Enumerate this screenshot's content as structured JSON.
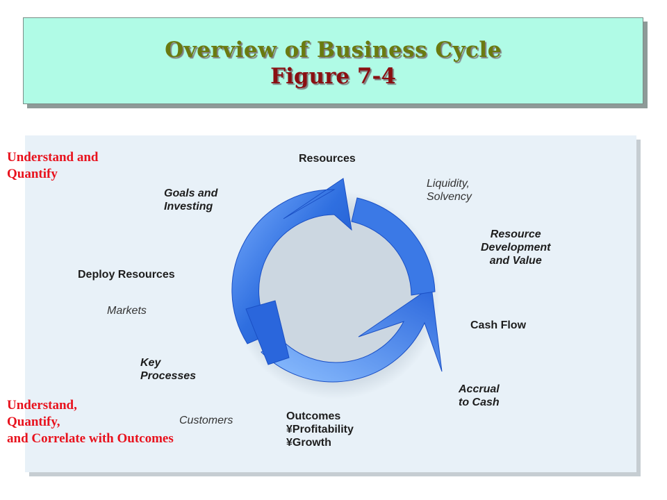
{
  "title": {
    "line1": "Overview of Business Cycle",
    "line2": "Figure 7-4"
  },
  "annotations": {
    "top_left": "Understand and\n      Quantify",
    "bottom_left": "Understand,\nQuantify,\nand Correlate with Outcomes"
  },
  "cycle": {
    "resources": "Resources",
    "liquidity": "Liquidity,\nSolvency",
    "resource_dev": "Resource\nDevelopment\nand Value",
    "cash_flow": "Cash Flow",
    "accrual": "Accrual\nto Cash",
    "outcomes": "Outcomes\n¥Profitability\n¥Growth",
    "customers": "Customers",
    "key_processes": "Key\nProcesses",
    "markets": "Markets",
    "deploy": "Deploy Resources",
    "goals": "Goals and\nInvesting"
  },
  "colors": {
    "arrow_blue": "#2f6fe0",
    "arrow_dark": "#1a4fc4",
    "title_green": "#6a7a10",
    "title_red": "#8a0f12",
    "annotation_red": "#e8121d"
  }
}
